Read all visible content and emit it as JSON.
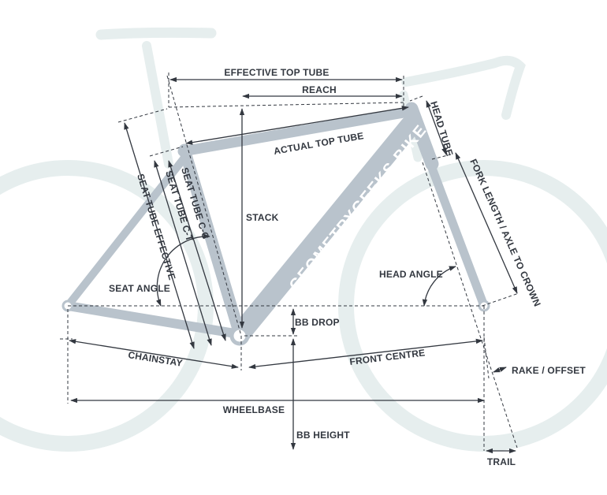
{
  "diagram": {
    "brand": "GEOMETRYGEEKS.BIKE",
    "colors": {
      "frame": "#b9c3cc",
      "ghost": "#e6eeee",
      "line": "#333840",
      "background": "#ffffff"
    },
    "labels": {
      "effective_top_tube": "EFFECTIVE TOP TUBE",
      "reach": "REACH",
      "head_tube": "HEAD TUBE",
      "actual_top_tube": "ACTUAL TOP TUBE",
      "seat_tube_cc": "SEAT TUBE C-C",
      "seat_tube_ct": "SEAT TUBE C-T",
      "seat_tube_effective": "SEAT TUBE EFFECTIVE",
      "stack": "STACK",
      "fork_length": "FORK LENGTH / AXLE TO CROWN",
      "head_angle": "HEAD ANGLE",
      "seat_angle": "SEAT ANGLE",
      "bb_drop": "BB DROP",
      "chainstay": "CHAINSTAY",
      "front_centre": "FRONT CENTRE",
      "rake_offset": "RAKE / OFFSET",
      "wheelbase": "WHEELBASE",
      "bb_height": "BB HEIGHT",
      "trail": "TRAIL"
    }
  }
}
